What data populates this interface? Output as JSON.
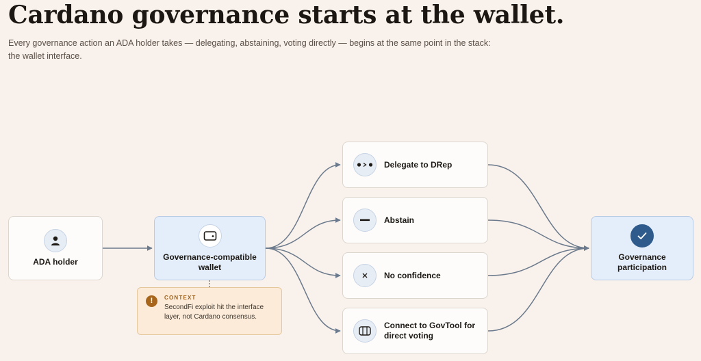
{
  "header": {
    "title": "Cardano governance starts at the wallet.",
    "subtitle": "Every governance action an ADA holder takes — delegating, abstaining, voting directly — begins at the same point in the stack: the wallet interface."
  },
  "nodes": {
    "holder": {
      "label": "ADA holder",
      "icon": "person-icon"
    },
    "wallet": {
      "label": "Governance-compatible wallet",
      "icon": "wallet-icon"
    },
    "options": [
      {
        "label": "Delegate to DRep",
        "icon": "delegate-arrow-icon"
      },
      {
        "label": "Abstain",
        "icon": "minus-icon"
      },
      {
        "label": "No confidence",
        "icon": "x-icon"
      },
      {
        "label": "Connect to GovTool for direct voting",
        "icon": "govtool-icon"
      }
    ],
    "outcome": {
      "label": "Governance participation",
      "icon": "check-icon"
    }
  },
  "callout": {
    "kicker": "CONTEXT",
    "icon_glyph": "!",
    "text": "SecondFi exploit hit the interface layer, not Cardano consensus."
  },
  "colors": {
    "background": "#f9f1eb",
    "edge": "#6b7a8c",
    "accent_blue": "#2f5b8c",
    "callout_accent": "#a8651c"
  }
}
